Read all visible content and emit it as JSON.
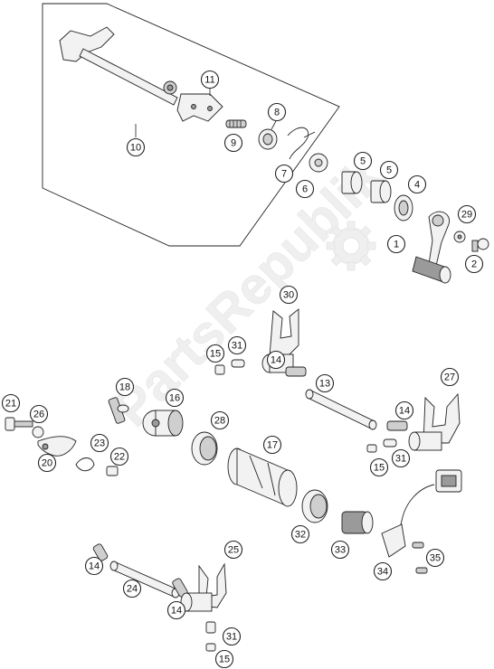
{
  "watermark": {
    "text": "PartsRepublik",
    "logo_icon": "gear-icon"
  },
  "callouts": [
    {
      "id": "c1",
      "label": "1"
    },
    {
      "id": "c2",
      "label": "2"
    },
    {
      "id": "c4",
      "label": "4"
    },
    {
      "id": "c5a",
      "label": "5"
    },
    {
      "id": "c5b",
      "label": "5"
    },
    {
      "id": "c6",
      "label": "6"
    },
    {
      "id": "c7",
      "label": "7"
    },
    {
      "id": "c8",
      "label": "8"
    },
    {
      "id": "c9",
      "label": "9"
    },
    {
      "id": "c10",
      "label": "10"
    },
    {
      "id": "c11",
      "label": "11"
    },
    {
      "id": "c13",
      "label": "13"
    },
    {
      "id": "c14a",
      "label": "14"
    },
    {
      "id": "c14b",
      "label": "14"
    },
    {
      "id": "c14c",
      "label": "14"
    },
    {
      "id": "c14d",
      "label": "14"
    },
    {
      "id": "c15a",
      "label": "15"
    },
    {
      "id": "c15b",
      "label": "15"
    },
    {
      "id": "c15c",
      "label": "15"
    },
    {
      "id": "c16",
      "label": "16"
    },
    {
      "id": "c17",
      "label": "17"
    },
    {
      "id": "c18",
      "label": "18"
    },
    {
      "id": "c20",
      "label": "20"
    },
    {
      "id": "c21",
      "label": "21"
    },
    {
      "id": "c22",
      "label": "22"
    },
    {
      "id": "c23",
      "label": "23"
    },
    {
      "id": "c24",
      "label": "24"
    },
    {
      "id": "c25",
      "label": "25"
    },
    {
      "id": "c26",
      "label": "26"
    },
    {
      "id": "c27",
      "label": "27"
    },
    {
      "id": "c28",
      "label": "28"
    },
    {
      "id": "c29",
      "label": "29"
    },
    {
      "id": "c30",
      "label": "30"
    },
    {
      "id": "c31a",
      "label": "31"
    },
    {
      "id": "c31b",
      "label": "31"
    },
    {
      "id": "c31c",
      "label": "31"
    },
    {
      "id": "c32",
      "label": "32"
    },
    {
      "id": "c33",
      "label": "33"
    },
    {
      "id": "c34",
      "label": "34"
    },
    {
      "id": "c35",
      "label": "35"
    }
  ]
}
